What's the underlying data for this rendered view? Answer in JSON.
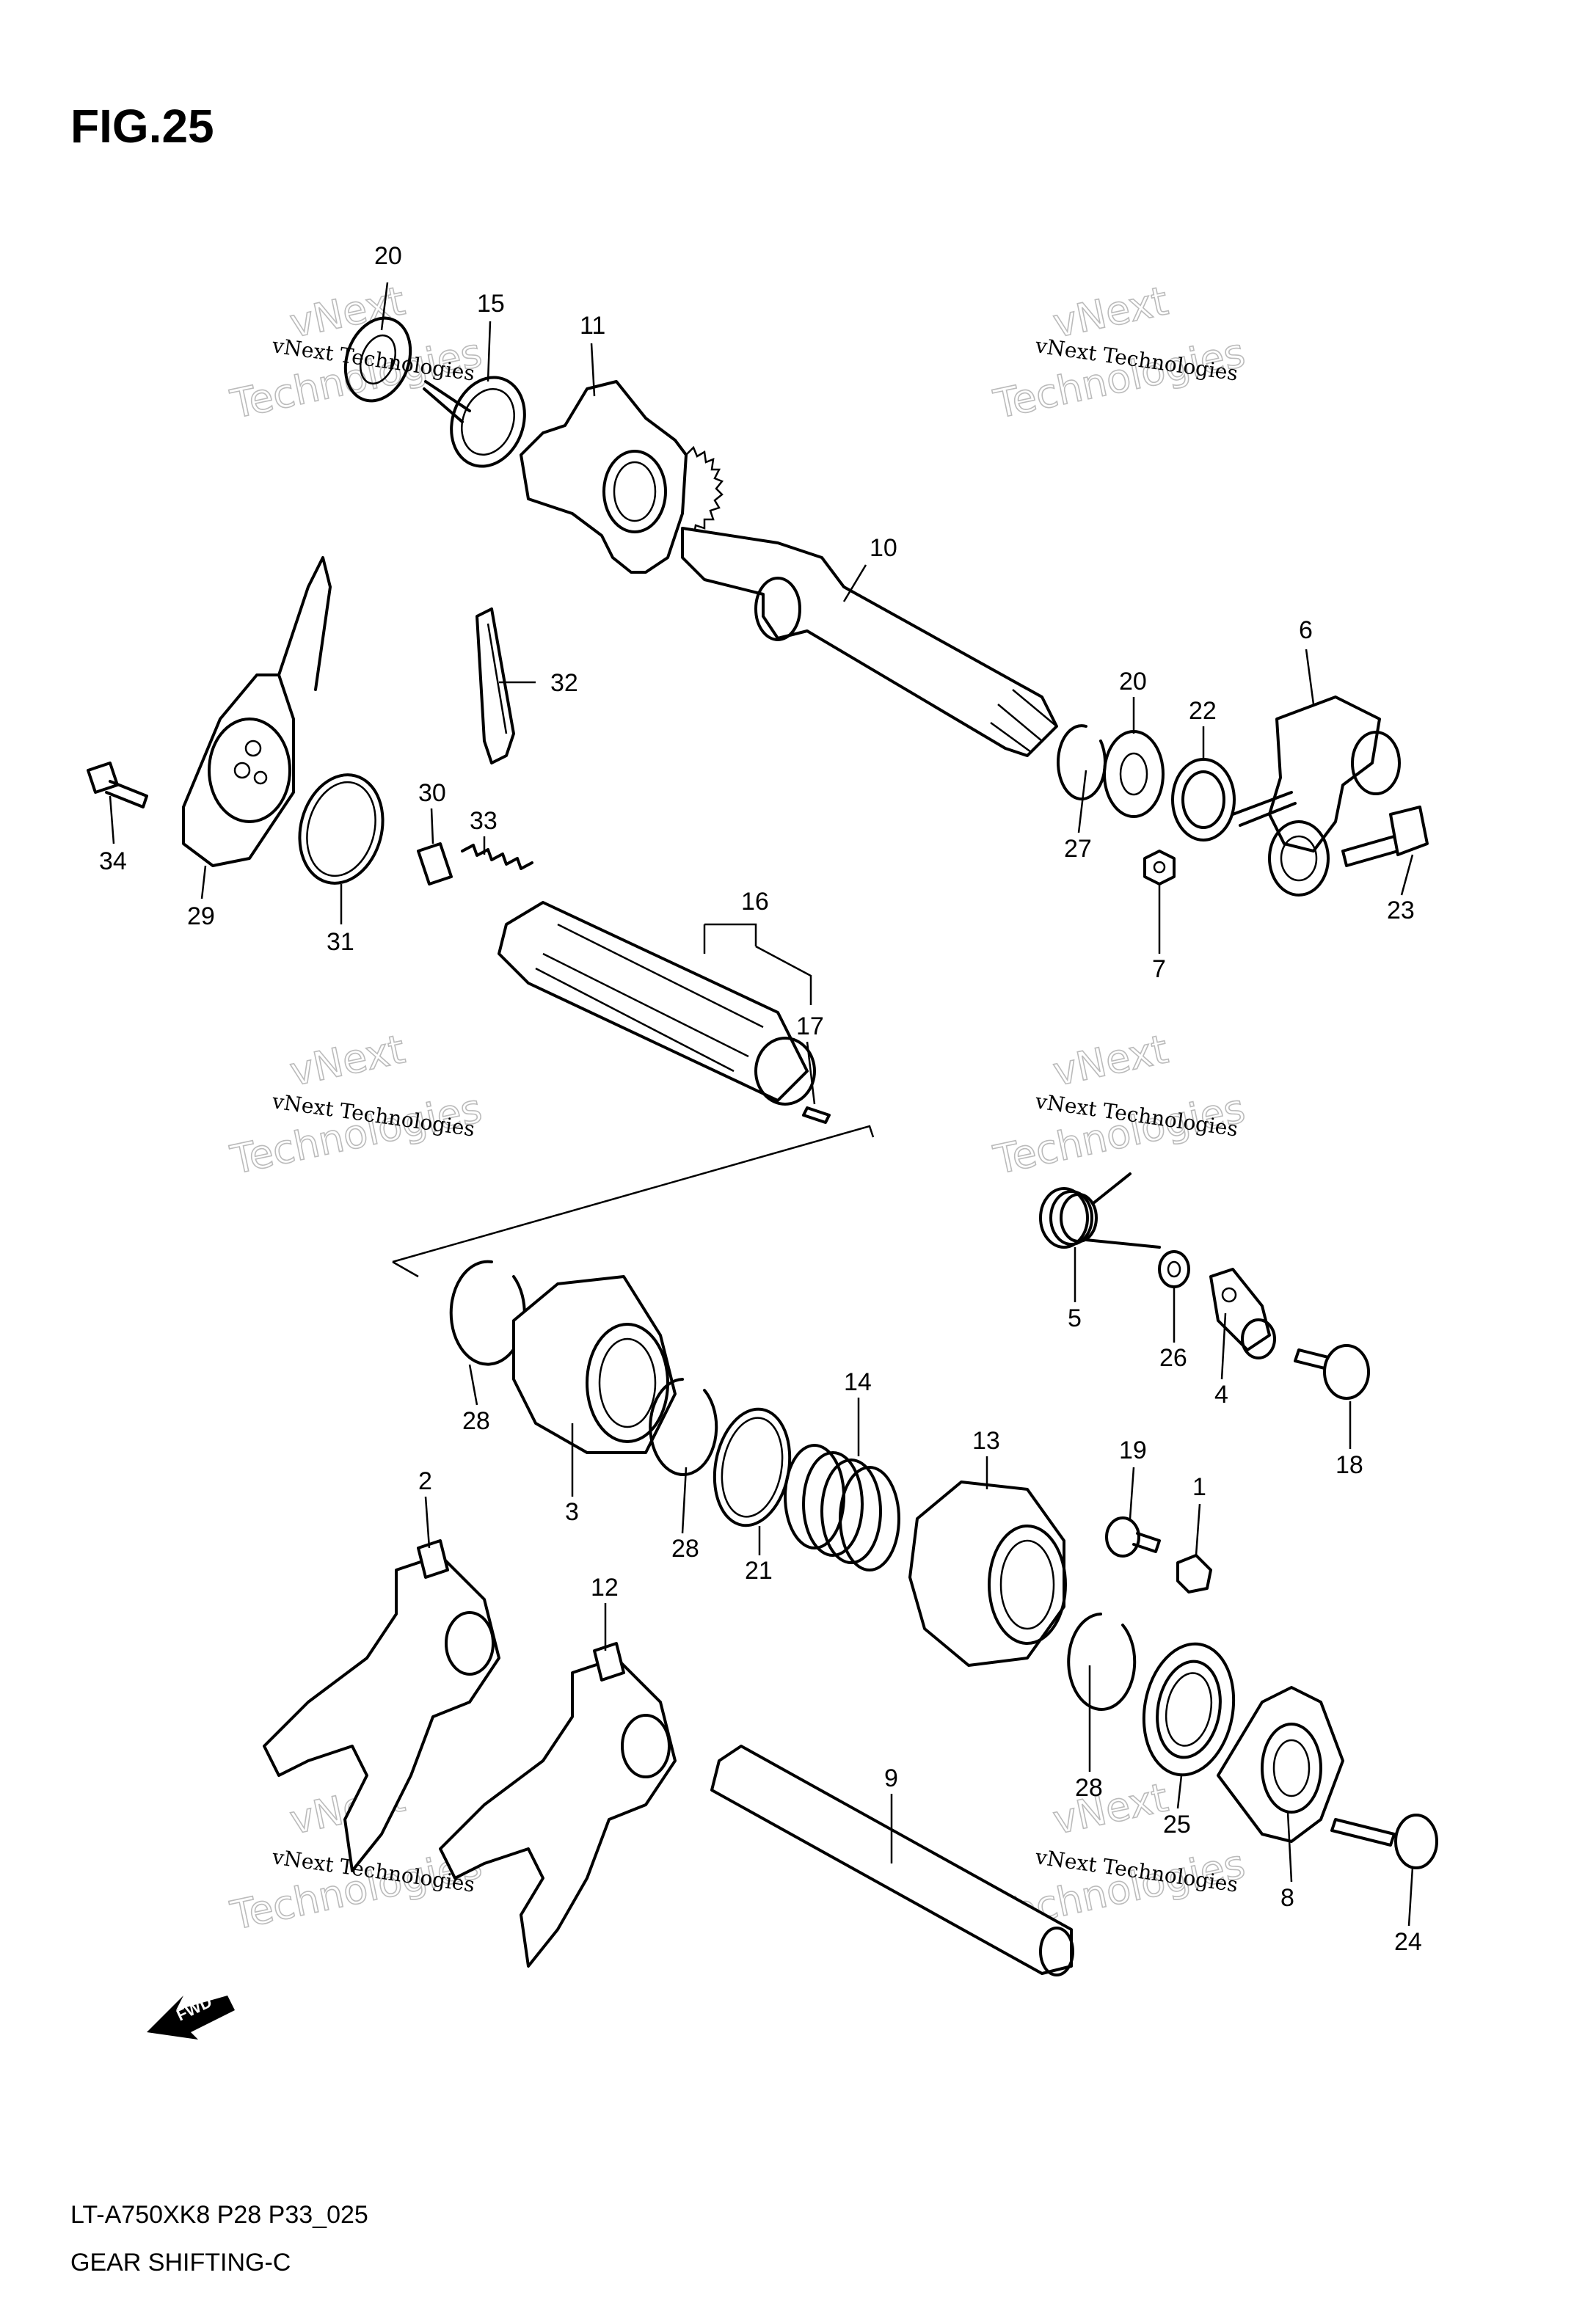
{
  "figure": {
    "title": "FIG.25",
    "model_code": "LT-A750XK8 P28 P33_025",
    "section_name": "GEAR SHIFTING-C"
  },
  "watermark": {
    "line_small": "vNext Technologies",
    "line_big": "Technologies",
    "line_top": "vNext"
  },
  "forward_arrow": {
    "label": "FWD"
  },
  "callouts": [
    {
      "id": "c20a",
      "text": "20"
    },
    {
      "id": "c15",
      "text": "15"
    },
    {
      "id": "c11",
      "text": "11"
    },
    {
      "id": "c10",
      "text": "10"
    },
    {
      "id": "c32",
      "text": "32"
    },
    {
      "id": "c6",
      "text": "6"
    },
    {
      "id": "c20b",
      "text": "20"
    },
    {
      "id": "c22",
      "text": "22"
    },
    {
      "id": "c27",
      "text": "27"
    },
    {
      "id": "c23",
      "text": "23"
    },
    {
      "id": "c7",
      "text": "7"
    },
    {
      "id": "c34",
      "text": "34"
    },
    {
      "id": "c29",
      "text": "29"
    },
    {
      "id": "c30",
      "text": "30"
    },
    {
      "id": "c33",
      "text": "33"
    },
    {
      "id": "c31",
      "text": "31"
    },
    {
      "id": "c16",
      "text": "16"
    },
    {
      "id": "c17",
      "text": "17"
    },
    {
      "id": "c5",
      "text": "5"
    },
    {
      "id": "c26",
      "text": "26"
    },
    {
      "id": "c4",
      "text": "4"
    },
    {
      "id": "c18",
      "text": "18"
    },
    {
      "id": "c28a",
      "text": "28"
    },
    {
      "id": "c3",
      "text": "3"
    },
    {
      "id": "c28b",
      "text": "28"
    },
    {
      "id": "c14",
      "text": "14"
    },
    {
      "id": "c21",
      "text": "21"
    },
    {
      "id": "c13",
      "text": "13"
    },
    {
      "id": "c19",
      "text": "19"
    },
    {
      "id": "c1",
      "text": "1"
    },
    {
      "id": "c2",
      "text": "2"
    },
    {
      "id": "c12",
      "text": "12"
    },
    {
      "id": "c9",
      "text": "9"
    },
    {
      "id": "c28c",
      "text": "28"
    },
    {
      "id": "c25",
      "text": "25"
    },
    {
      "id": "c8",
      "text": "8"
    },
    {
      "id": "c24",
      "text": "24"
    }
  ]
}
